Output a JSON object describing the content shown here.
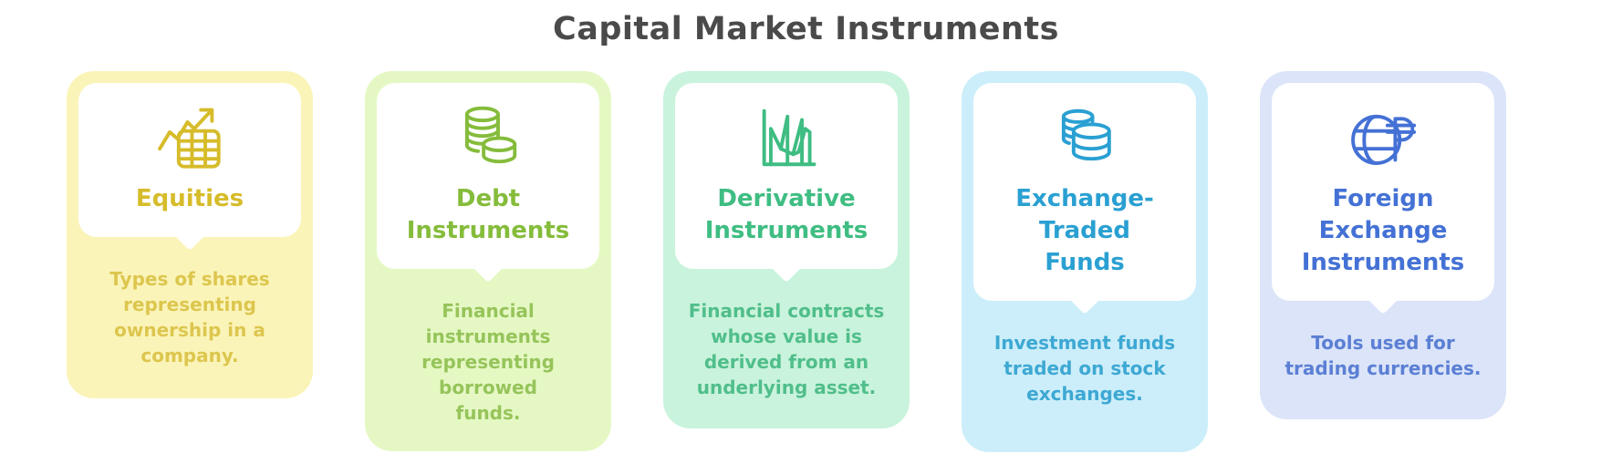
{
  "title": "Capital Market Instruments",
  "colors": {
    "title": "#4a4a4a",
    "background": "#ffffff"
  },
  "cards": [
    {
      "label": "Equities",
      "description": "Types of shares representing ownership in a company.",
      "icon": "stock-chart-table-icon",
      "bg": "#FBF4B9",
      "accent": "#D6BC2A",
      "desc_color": "#DCC64E"
    },
    {
      "label": "Debt Instruments",
      "description": "Financial instruments representing borrowed funds.",
      "icon": "coin-stacks-icon",
      "bg": "#E5F8C4",
      "accent": "#85BC3B",
      "desc_color": "#96C45A"
    },
    {
      "label": "Derivative Instruments",
      "description": "Financial contracts whose value is derived from an underlying asset.",
      "icon": "peaks-chart-icon",
      "bg": "#C9F3DC",
      "accent": "#3FBD82",
      "desc_color": "#50BE8B"
    },
    {
      "label": "Exchange-Traded Funds",
      "description": "Investment funds traded on stock exchanges.",
      "icon": "database-funds-icon",
      "bg": "#CCEEFA",
      "accent": "#2AA0D2",
      "desc_color": "#3DA8D3"
    },
    {
      "label": "Foreign Exchange Instruments",
      "description": "Tools used for trading currencies.",
      "icon": "globe-currency-icon",
      "bg": "#DBE4F8",
      "accent": "#4471D5",
      "desc_color": "#5B7FD4"
    }
  ]
}
